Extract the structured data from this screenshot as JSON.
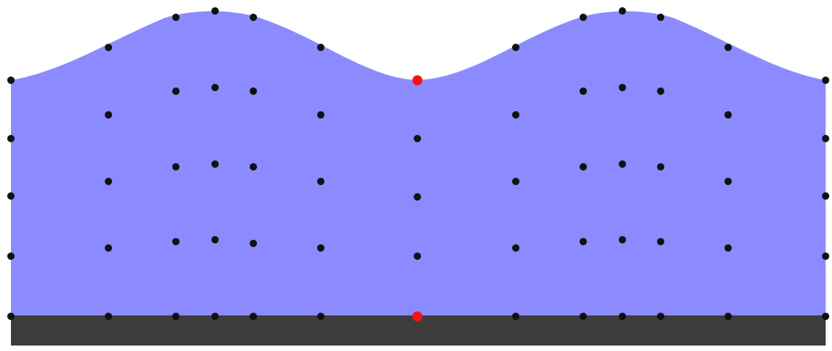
{
  "colors": {
    "background": "#ffffff",
    "fluid": "#8b8bff",
    "floor": "#3c3c3c",
    "node": "#111111",
    "highlight_node": "#ff1010"
  },
  "diagram": {
    "kind": "wave-particle-mesh",
    "wave_crests": 2,
    "surface_shape": "sinusoidal",
    "highlighted_nodes": [
      "surface-trough-node",
      "bottom-center-node"
    ]
  }
}
